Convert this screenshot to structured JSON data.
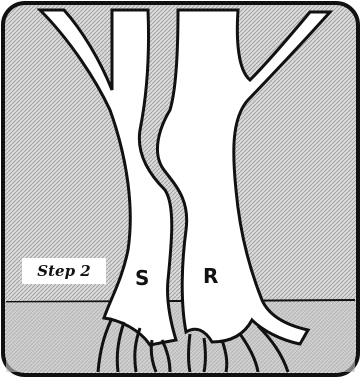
{
  "step_label": "Step 2",
  "trunk_labels": {
    "left": "S",
    "right": "R"
  },
  "colors": {
    "background_hatch": "#bdbdbd",
    "frame": "#111111",
    "trunk_fill": "#ffffff"
  }
}
